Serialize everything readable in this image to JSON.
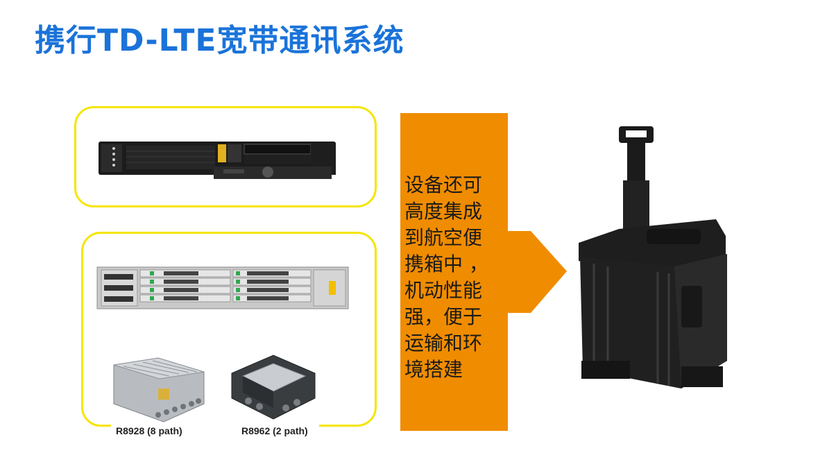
{
  "title": "携行TD-LTE宽带通讯系统",
  "callout": {
    "lines": [
      "设备还可",
      "高度集成",
      "到航空便",
      "携箱中 ，",
      "机动性能",
      "强，便于",
      "运输和环",
      "境搭建"
    ],
    "color": "#f08c00"
  },
  "products": {
    "rru_8path_label": "R8928 (8 path)",
    "rru_2path_label": "R8962 (2 path)"
  },
  "colors": {
    "title": "#1a73d9",
    "box_border": "#f5e500",
    "arrow": "#f08c00"
  },
  "icons": {
    "server": "rack-server-icon",
    "bbu": "bbu-chassis-icon",
    "rru8": "rru-8path-icon",
    "rru2": "rru-2path-icon",
    "case": "transport-case-icon"
  }
}
